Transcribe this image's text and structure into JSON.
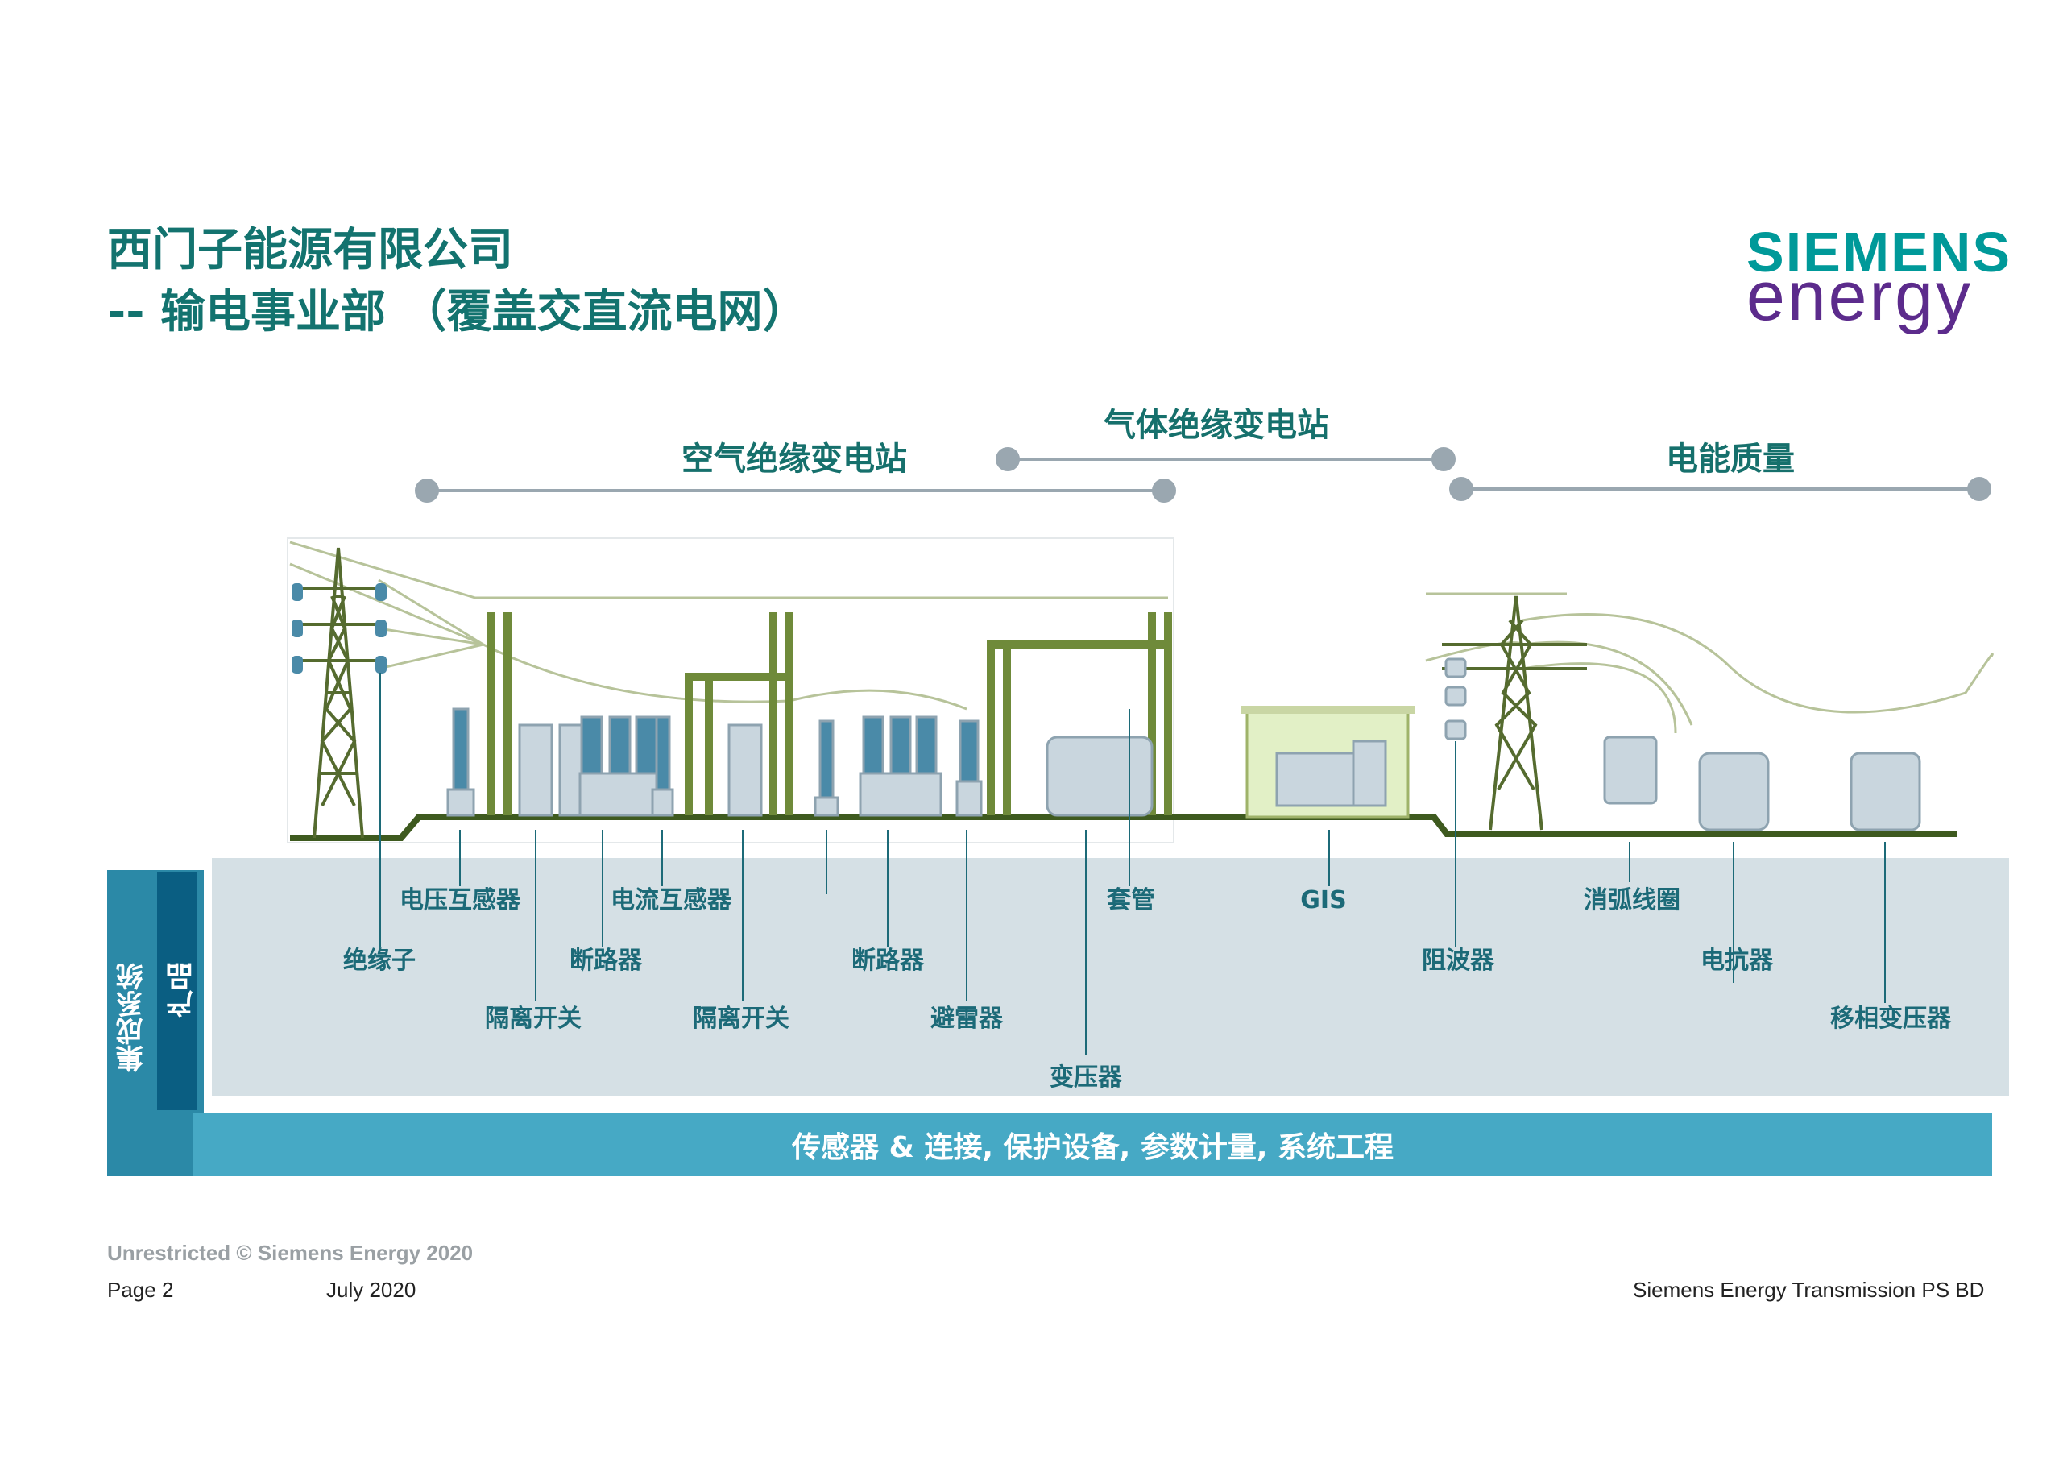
{
  "header": {
    "title_line1": "西门子能源有限公司",
    "title_line2": "-- 输电事业部 （覆盖交直流电网）"
  },
  "logo": {
    "line1": "SIEMENS",
    "line2": "energy"
  },
  "categories": {
    "ais": "空气绝缘变电站",
    "gis": "气体绝缘变电站",
    "pq": "电能质量"
  },
  "labels": {
    "insulator": "绝缘子",
    "voltage_transformer": "电压互感器",
    "disconnector_1": "隔离开关",
    "breaker_1": "断路器",
    "current_transformer": "电流互感器",
    "disconnector_2": "隔离开关",
    "breaker_2": "断路器",
    "arrester": "避雷器",
    "transformer": "变压器",
    "bushing": "套管",
    "gis": "GIS",
    "wave_trap": "阻波器",
    "arc_coil": "消弧线圈",
    "reactor": "电抗器",
    "phase_shifter": "移相变压器"
  },
  "side": {
    "integrated": "集成系统",
    "products": "产品"
  },
  "bottom_bar": "传感器  & 连接, 保护设备, 参数计量, 系统工程",
  "footer": {
    "classification": "Unrestricted © Siemens Energy 2020",
    "page": "Page 2",
    "date": "July 2020",
    "department": "Siemens Energy Transmission PS BD"
  },
  "colors": {
    "title": "#13736f",
    "steel": "#556b2f",
    "equipment": "#c9d6de",
    "panel": "#d5e0e5",
    "bar": "#46a9c5",
    "brand_teal": "#009999",
    "brand_purple": "#5c2b8c"
  }
}
